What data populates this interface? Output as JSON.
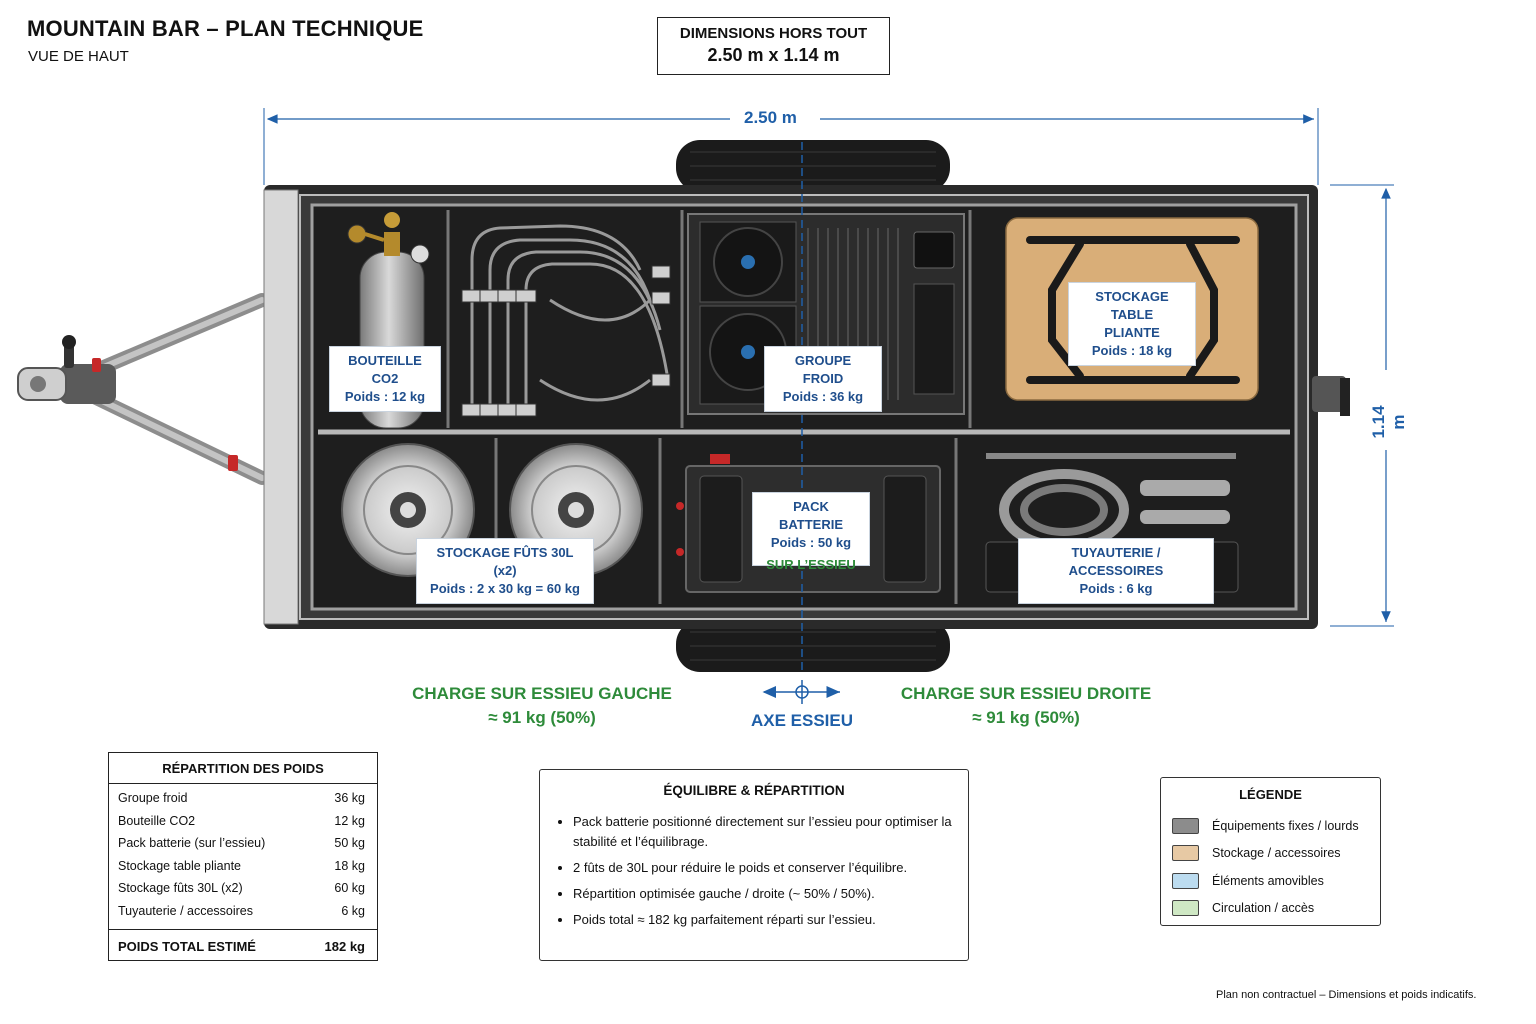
{
  "header": {
    "title": "MOUNTAIN BAR – PLAN TECHNIQUE",
    "subtitle": "VUE DE HAUT"
  },
  "dimensions_box": {
    "line1": "DIMENSIONS HORS TOUT",
    "line2": "2.50 m x 1.14 m"
  },
  "dimension_lines": {
    "length": "2.50 m",
    "width": "1.14 m"
  },
  "compartments": {
    "co2": {
      "name": "BOUTEILLE CO2",
      "weight": "Poids : 12 kg"
    },
    "froid": {
      "name": "GROUPE FROID",
      "weight": "Poids : 36 kg"
    },
    "table": {
      "name1": "STOCKAGE TABLE",
      "name2": "PLIANTE",
      "weight": "Poids : 18 kg"
    },
    "futs": {
      "name": "STOCKAGE FÛTS 30L (x2)",
      "weight": "Poids : 2 x 30 kg = 60 kg"
    },
    "batterie": {
      "name": "PACK BATTERIE",
      "weight": "Poids : 50 kg",
      "note": "SUR L’ESSIEU"
    },
    "tuyauterie": {
      "name": "TUYAUTERIE / ACCESSOIRES",
      "weight": "Poids : 6 kg"
    }
  },
  "axle": {
    "left_label": "CHARGE SUR ESSIEU GAUCHE",
    "left_value": "≈ 91 kg (50%)",
    "center_label": "AXE ESSIEU",
    "right_label": "CHARGE SUR ESSIEU DROITE",
    "right_value": "≈ 91 kg (50%)"
  },
  "weights_table": {
    "title": "RÉPARTITION DES POIDS",
    "rows": [
      {
        "label": "Groupe froid",
        "value": "36 kg"
      },
      {
        "label": "Bouteille CO2",
        "value": "12 kg"
      },
      {
        "label": "Pack batterie (sur l’essieu)",
        "value": "50 kg"
      },
      {
        "label": "Stockage table pliante",
        "value": "18 kg"
      },
      {
        "label": "Stockage fûts 30L (x2)",
        "value": "60 kg"
      },
      {
        "label": "Tuyauterie / accessoires",
        "value": "6 kg"
      }
    ],
    "total_label": "POIDS TOTAL ESTIMÉ",
    "total_value": "182 kg"
  },
  "balance": {
    "title": "ÉQUILIBRE & RÉPARTITION",
    "bullets": [
      "Pack batterie positionné directement sur l’essieu pour optimiser la stabilité et l’équilibrage.",
      "2 fûts de 30L pour réduire le poids et conserver l’équilibre.",
      "Répartition optimisée gauche / droite (~ 50% / 50%).",
      "Poids total ≈ 182 kg parfaitement réparti sur l’essieu."
    ]
  },
  "legend": {
    "title": "LÉGENDE",
    "items": [
      {
        "label": "Équipements fixes / lourds",
        "color": "#8c8c8c"
      },
      {
        "label": "Stockage / accessoires",
        "color": "#e7c9a4"
      },
      {
        "label": "Éléments amovibles",
        "color": "#bcdcf0"
      },
      {
        "label": "Circulation / accès",
        "color": "#cfe8c4"
      }
    ]
  },
  "footnote": "Plan non contractuel – Dimensions et poids indicatifs.",
  "colors": {
    "dimension_blue": "#1f5fa8",
    "axle_green": "#2e8b3a",
    "trailer_body": "#2a2a2a",
    "table_wood": "#d9ae78"
  }
}
